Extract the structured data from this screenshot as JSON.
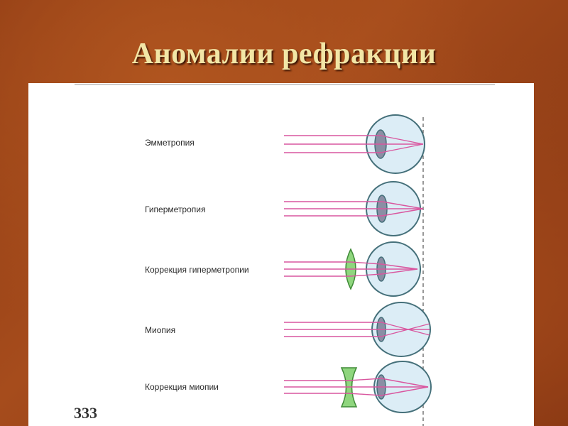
{
  "slide": {
    "title": "Аномалии рефракции"
  },
  "figure": {
    "rows": [
      {
        "label": "Эмметропия"
      },
      {
        "label": "Гиперметропия"
      },
      {
        "label": "Коррекция гиперметропии"
      },
      {
        "label": "Миопия"
      },
      {
        "label": "Коррекция миопии"
      }
    ],
    "page_number": "333"
  },
  "colors": {
    "eyeball_fill": "#dcedf6",
    "eyeball_stroke": "#45707a",
    "lens_fill": "#8a8ea4",
    "ray": "#d9579f",
    "correction_lens_fill": "#8fd67e",
    "correction_lens_stroke": "#3f8a37"
  }
}
